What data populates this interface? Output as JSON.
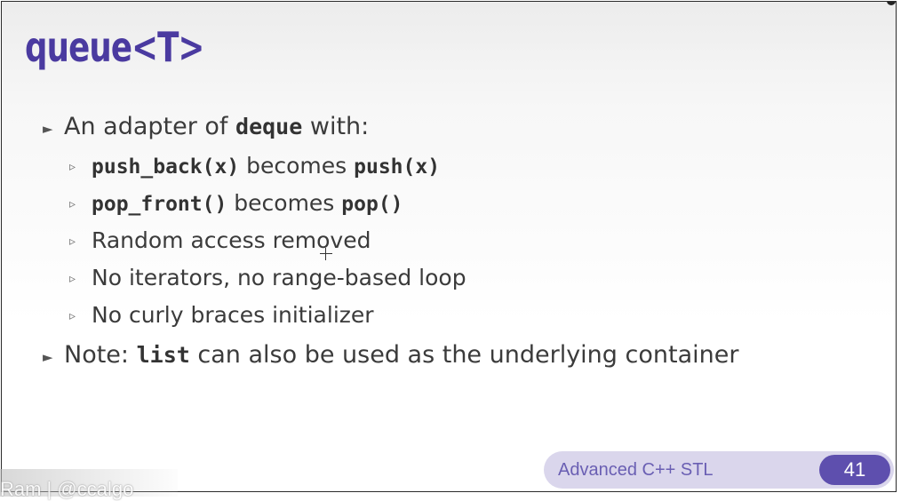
{
  "slide": {
    "title": "queue<T>",
    "items": [
      {
        "level": 1,
        "segments": [
          {
            "text": "An adapter of ",
            "code": false
          },
          {
            "text": "deque",
            "code": true
          },
          {
            "text": " with:",
            "code": false
          }
        ]
      },
      {
        "level": 2,
        "segments": [
          {
            "text": "push_back(x)",
            "code": true
          },
          {
            "text": " becomes ",
            "code": false
          },
          {
            "text": "push(x)",
            "code": true
          }
        ]
      },
      {
        "level": 2,
        "segments": [
          {
            "text": "pop_front()",
            "code": true
          },
          {
            "text": " becomes ",
            "code": false
          },
          {
            "text": "pop()",
            "code": true
          }
        ]
      },
      {
        "level": 2,
        "segments": [
          {
            "text": "Random access removed",
            "code": false
          }
        ]
      },
      {
        "level": 2,
        "segments": [
          {
            "text": "No iterators, no range-based loop",
            "code": false
          }
        ]
      },
      {
        "level": 2,
        "segments": [
          {
            "text": "No curly braces initializer",
            "code": false
          }
        ]
      },
      {
        "level": 1,
        "segments": [
          {
            "text": "Note: ",
            "code": false
          },
          {
            "text": "list",
            "code": true
          },
          {
            "text": " can also be used as the underlying container",
            "code": false
          }
        ]
      }
    ],
    "bullets": {
      "level1": "►",
      "level2": "▹"
    }
  },
  "footer": {
    "label": "Advanced C++ STL",
    "page_number": "41"
  },
  "overlay": {
    "text": "Ram | @ccalgo"
  },
  "colors": {
    "title": "#4a3aa0",
    "footer_bg": "#dad6ec",
    "footer_text": "#6a5fb3",
    "page_bg": "#5e4fae"
  }
}
